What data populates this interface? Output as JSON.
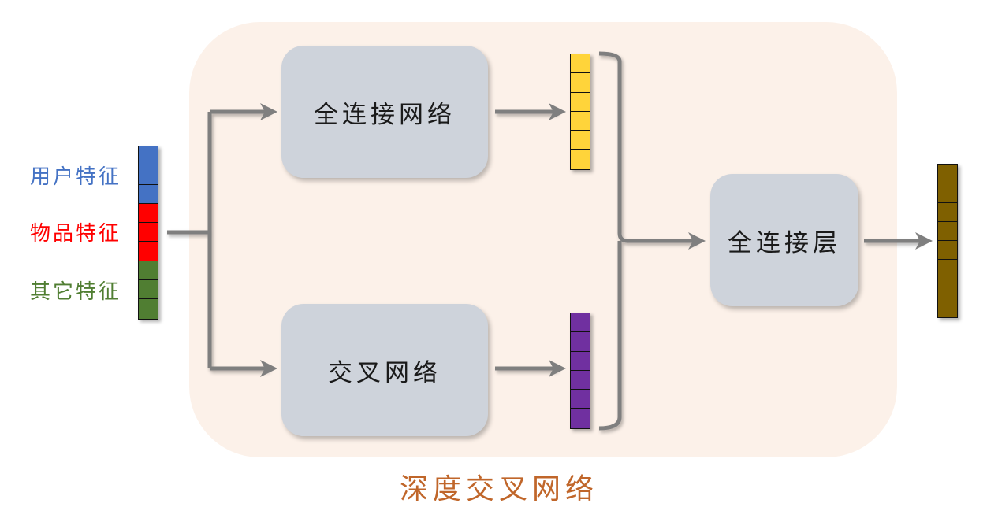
{
  "diagram": {
    "caption": "深度交叉网络",
    "input": {
      "groups": [
        {
          "label": "用户特征",
          "color": "#4472c4",
          "cells": 3
        },
        {
          "label": "物品特征",
          "color": "#ff0000",
          "cells": 3
        },
        {
          "label": "其它特征",
          "color": "#507e32",
          "cells": 3
        }
      ]
    },
    "blocks": {
      "dense_network": "全连接网络",
      "cross_network": "交叉网络",
      "dense_layer": "全连接层"
    },
    "outputs": {
      "dense_vector": {
        "color": "#ffd43a",
        "cells": 6
      },
      "cross_vector": {
        "color": "#7030a0",
        "cells": 6
      },
      "final_vector": {
        "color": "#7f6000",
        "cells": 8
      }
    },
    "colors": {
      "region_bg": "#fcf1e9",
      "block_bg": "#ced3db",
      "arrow": "#7f7f7f",
      "caption": "#c0662a"
    }
  }
}
